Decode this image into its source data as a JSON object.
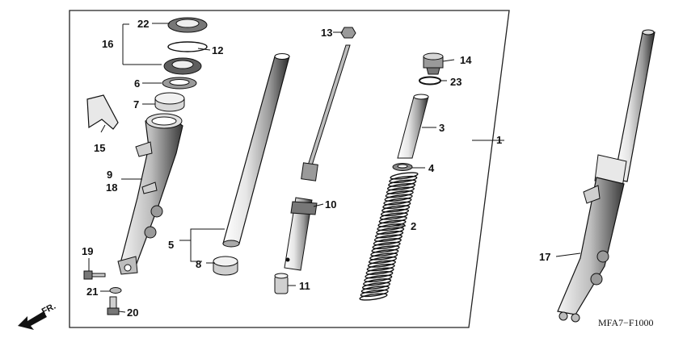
{
  "diagram": {
    "code": "MFA7−F1000",
    "direction_label": "FR.",
    "callouts": {
      "n1": "1",
      "n2": "2",
      "n3": "3",
      "n4": "4",
      "n5": "5",
      "n6": "6",
      "n7": "7",
      "n8": "8",
      "n9": "9",
      "n10": "10",
      "n11": "11",
      "n12": "12",
      "n13": "13",
      "n14": "14",
      "n15": "15",
      "n16": "16",
      "n17": "17",
      "n18": "18",
      "n19": "19",
      "n20": "20",
      "n21": "21",
      "n22": "22",
      "n23": "23"
    }
  }
}
